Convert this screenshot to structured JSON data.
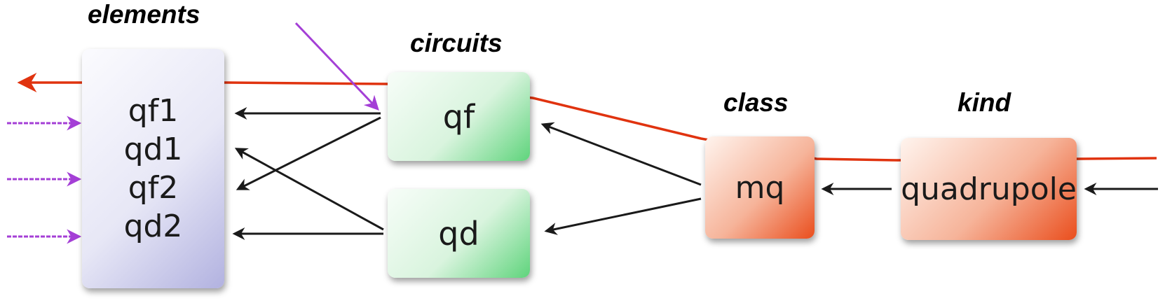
{
  "headings": {
    "elements": "elements",
    "circuits": "circuits",
    "class": "class",
    "kind": "kind"
  },
  "elements": {
    "items": [
      "qf1",
      "qd1",
      "qf2",
      "qd2"
    ]
  },
  "circuits": {
    "qf": "qf",
    "qd": "qd"
  },
  "class": {
    "mq": "mq"
  },
  "kind": {
    "quadrupole": "quadrupole"
  },
  "colors": {
    "elements_box": "#c9c9ec",
    "circuit_box": "#7fdc95",
    "class_box": "#ee6a3c",
    "red_line": "#e0330f",
    "purple_arrow": "#a43fd6",
    "black_arrow": "#1a1a1a"
  }
}
